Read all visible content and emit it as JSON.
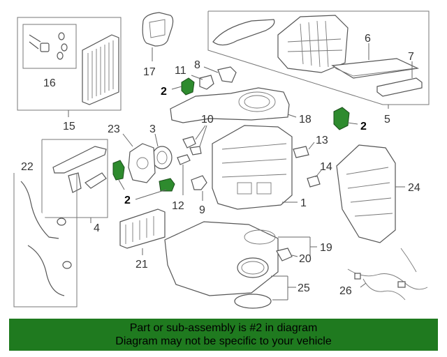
{
  "diagram": {
    "callouts": {
      "c1": "1",
      "c2a": "2",
      "c2b": "2",
      "c2c": "2",
      "c3": "3",
      "c4": "4",
      "c5": "5",
      "c6": "6",
      "c7": "7",
      "c8": "8",
      "c9": "9",
      "c10": "10",
      "c11": "11",
      "c12": "12",
      "c13": "13",
      "c14": "14",
      "c15": "15",
      "c16": "16",
      "c17": "17",
      "c18": "18",
      "c19": "19",
      "c20": "20",
      "c21": "21",
      "c22": "22",
      "c23": "23",
      "c24": "24",
      "c25": "25",
      "c26": "26"
    },
    "highlight_color": "#2e8b2e"
  },
  "banner": {
    "line1": "Part or sub-assembly is #2 in diagram",
    "line2": "Diagram may not be specific to your vehicle",
    "background": "#1f7a1f"
  }
}
